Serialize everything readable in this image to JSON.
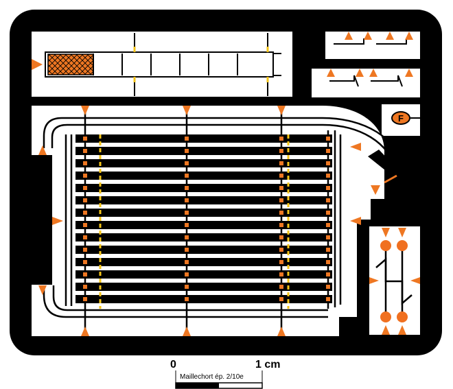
{
  "scale": {
    "zero_label": "0",
    "one_label": "1 cm",
    "material_label": "Maillechort ép. 2/10e"
  },
  "plate_label": "F",
  "colors": {
    "frame": "#000000",
    "background": "#ffffff",
    "gate": "#ee7722",
    "marker": "#f5c518",
    "circle": "#f07020"
  },
  "icons": [
    "fret-frame",
    "attachment-gate",
    "grille-bar",
    "fold-line",
    "hatched-panel",
    "round-tab"
  ]
}
